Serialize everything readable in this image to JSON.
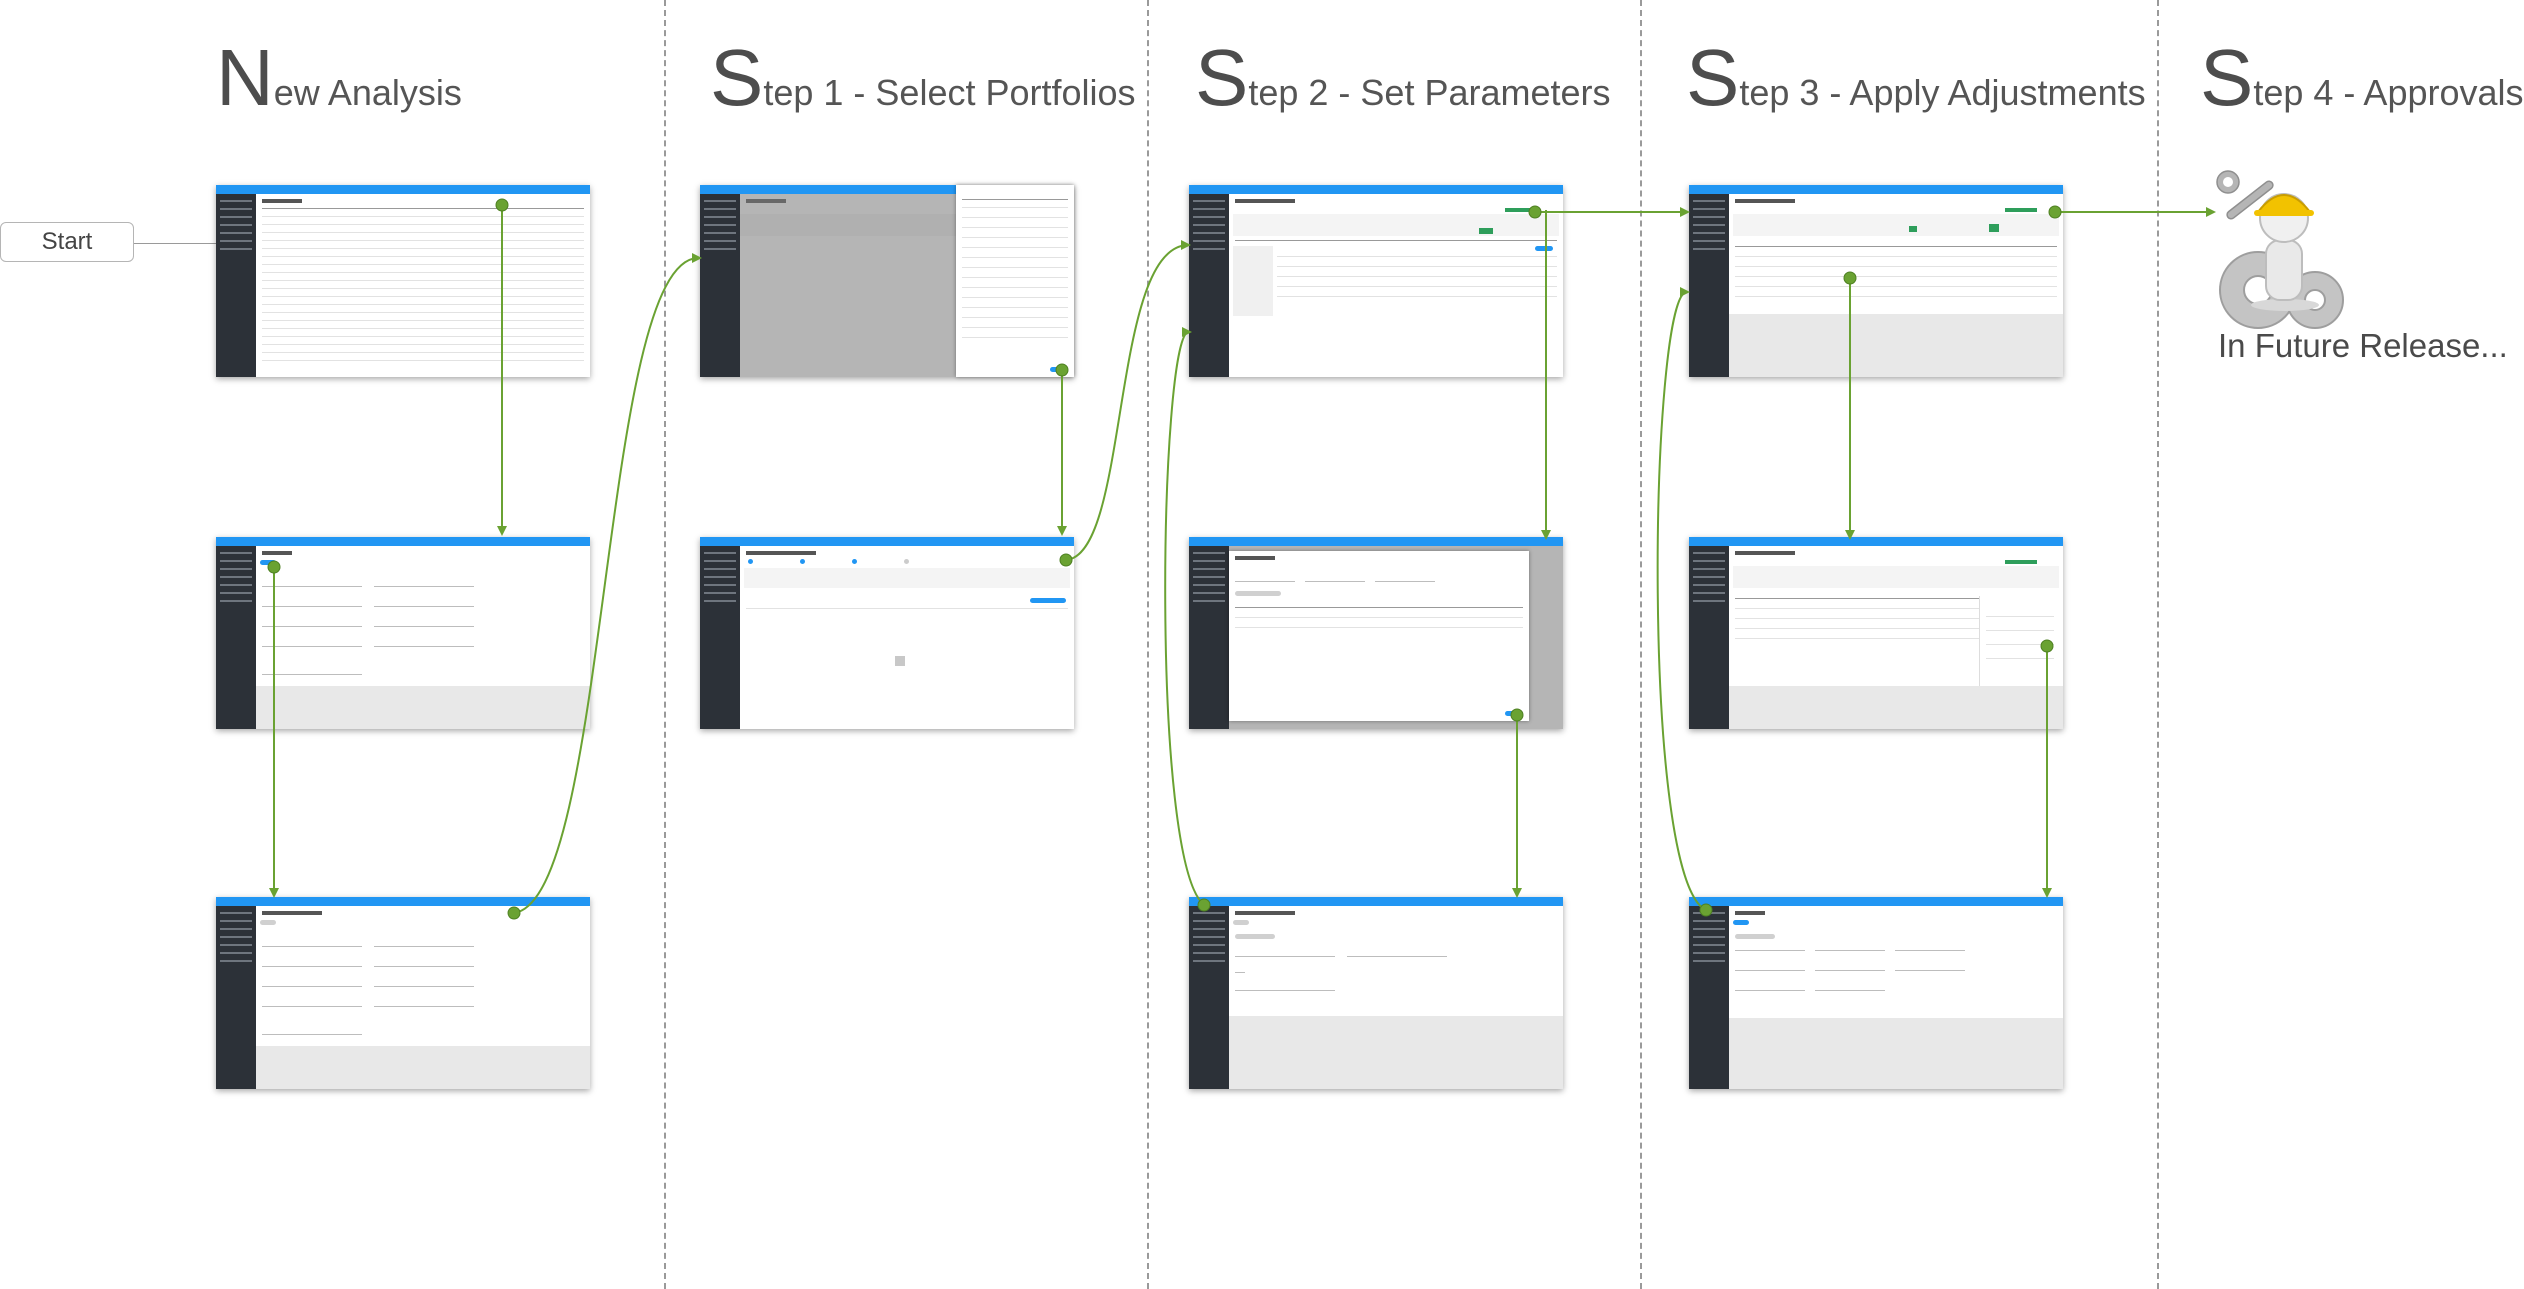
{
  "headings": [
    {
      "initial": "N",
      "rest": "ew Analysis"
    },
    {
      "initial": "S",
      "rest": "tep 1 - Select Portfolios"
    },
    {
      "initial": "S",
      "rest": "tep 2 - Set Parameters"
    },
    {
      "initial": "S",
      "rest": "tep 3 - Apply Adjustments"
    },
    {
      "initial": "S",
      "rest": "tep 4 - Approvals"
    }
  ],
  "start_label": "Start",
  "future_label": "In Future Release...",
  "colors": {
    "connector": "#6aa232",
    "divider": "#9a9a9a",
    "app_header": "#2196f3",
    "app_sidebar": "#2c3138"
  },
  "screens": [
    {
      "name": "analysis-list-screen"
    },
    {
      "name": "new-analysis-form-screen"
    },
    {
      "name": "allowance-form-screen"
    },
    {
      "name": "select-portfolios-dialog-screen"
    },
    {
      "name": "selected-portfolios-screen"
    },
    {
      "name": "set-parameters-screen"
    },
    {
      "name": "segment-filter-dialog-screen"
    },
    {
      "name": "default-segment-screen"
    },
    {
      "name": "apply-adjustments-screen"
    },
    {
      "name": "adjustments-panel-screen"
    },
    {
      "name": "adjustment-detail-screen"
    }
  ],
  "icons": {
    "future": "under-construction-figure-icon"
  }
}
